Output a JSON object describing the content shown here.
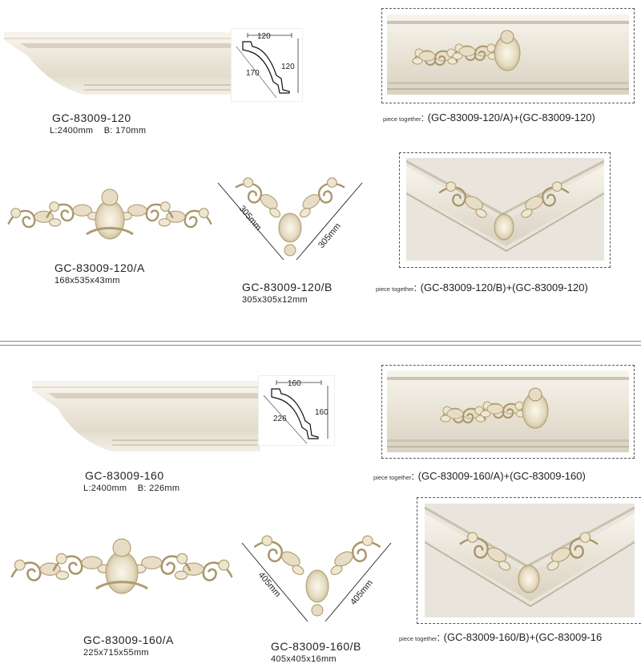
{
  "section1": {
    "molding": {
      "code": "GC-83009-120",
      "dims": "L:2400mm    B: 170mm"
    },
    "profile": {
      "w": "120",
      "h": "120",
      "d": "170"
    },
    "combo_a": {
      "label": "piece together",
      "sep": ":",
      "formula": "(GC-83009-120/A)+(GC-83009-120)"
    },
    "part_a": {
      "code": "GC-83009-120/A",
      "dims": "168x535x43mm"
    },
    "part_b": {
      "code": "GC-83009-120/B",
      "dims": "305x305x12mm",
      "side_left": "305mm",
      "side_right": "305mm"
    },
    "combo_b": {
      "label": "piece together",
      "sep": ":",
      "formula": "(GC-83009-120/B)+(GC-83009-120)"
    }
  },
  "section2": {
    "molding": {
      "code": "GC-83009-160",
      "dims": "L:2400mm    B: 226mm"
    },
    "profile": {
      "w": "160",
      "h": "160",
      "d": "226"
    },
    "combo_a": {
      "label": "piece together",
      "sep": ":",
      "formula": "(GC-83009-160/A)+(GC-83009-160)"
    },
    "part_a": {
      "code": "GC-83009-160/A",
      "dims": "225x715x55mm"
    },
    "part_b": {
      "code": "GC-83009-160/B",
      "dims": "405x405x16mm",
      "side_left": "405mm",
      "side_right": "405mm"
    },
    "combo_b": {
      "label": "piece together",
      "sep": ":",
      "formula": "(GC-83009-160/B)+(GC-83009-16"
    }
  }
}
